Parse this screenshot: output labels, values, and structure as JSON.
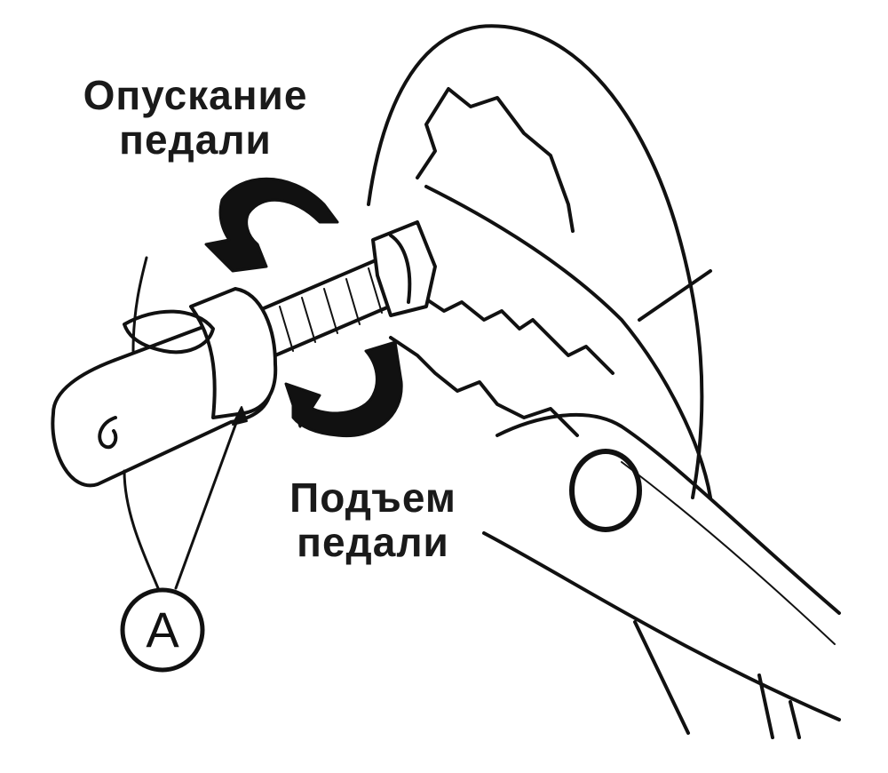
{
  "labels": {
    "lower_line1": "Опускание",
    "lower_line2": "педали",
    "raise_line1": "Подъем",
    "raise_line2": "педали"
  },
  "callout": {
    "letter": "A"
  }
}
